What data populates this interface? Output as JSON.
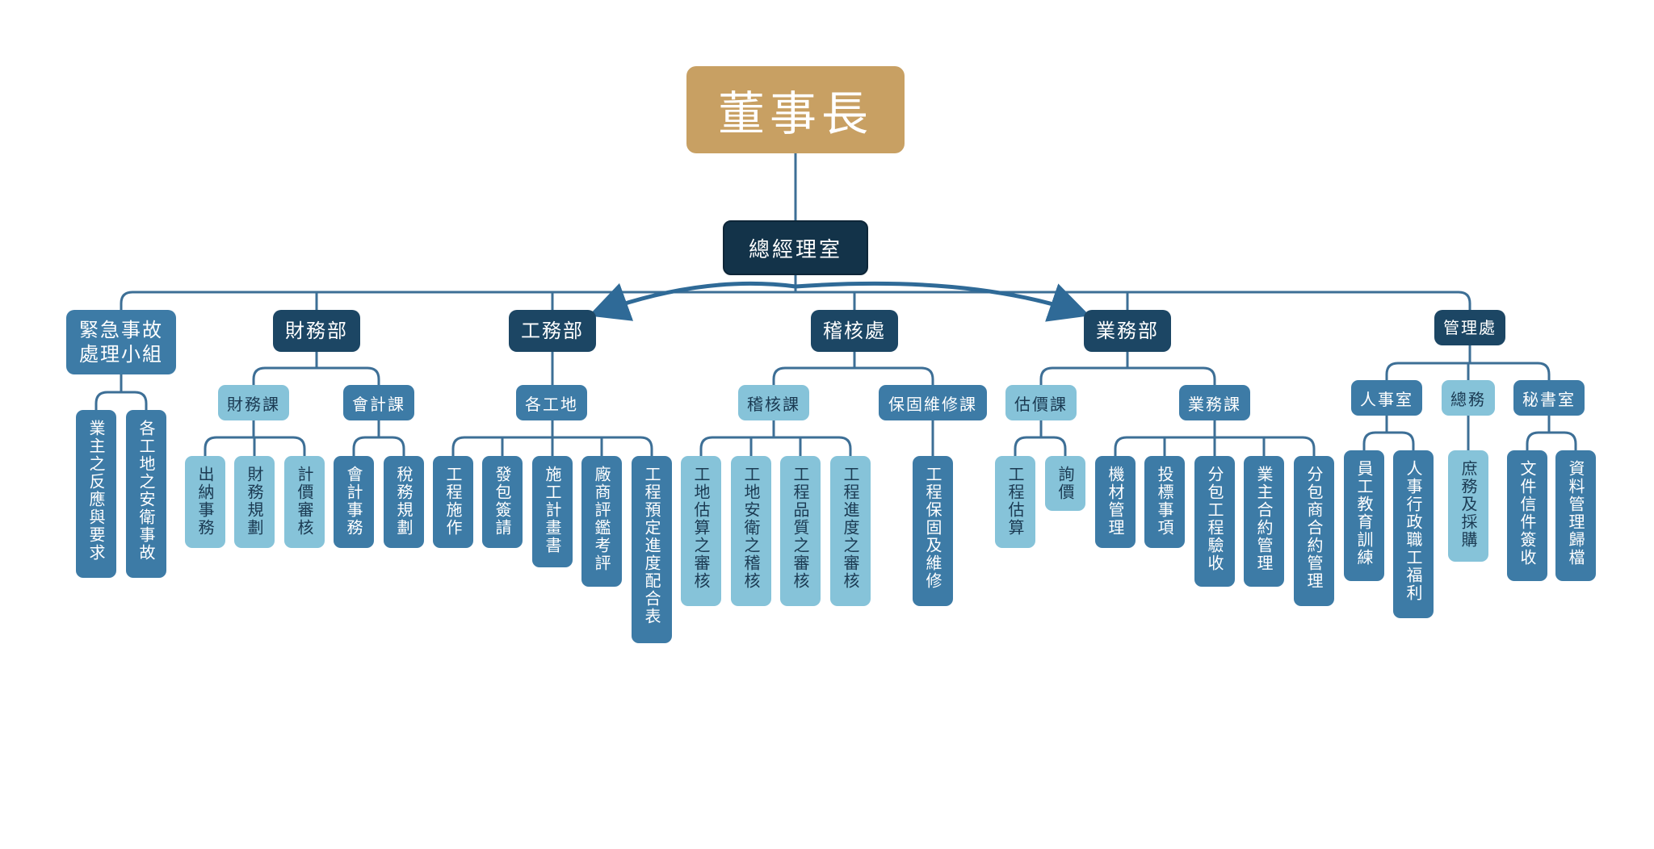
{
  "chairman": "董事長",
  "general_manager": "總經理室",
  "departments": {
    "emergency": "緊急事故處理小組",
    "finance": "財務部",
    "engineering": "工務部",
    "audit": "稽核處",
    "business": "業務部",
    "management": "管理處"
  },
  "sections": {
    "finance_section": "財務課",
    "accounting_section": "會計課",
    "sites": "各工地",
    "audit_section": "稽核課",
    "warranty_section": "保固維修課",
    "estimate_section": "估價課",
    "sales_section": "業務課",
    "hr_office": "人事室",
    "general_affairs": "總務",
    "secretary_office": "秘書室"
  },
  "leaves": {
    "emergency": [
      "業主之反應與要求",
      "各工地之安衛事故"
    ],
    "finance_section": [
      "出納事務",
      "財務規劃",
      "計價審核"
    ],
    "accounting_section": [
      "會計事務",
      "稅務規劃"
    ],
    "sites": [
      "工程施作",
      "發包簽請",
      "施工計畫書",
      "廠商評鑑考評",
      "工程預定進度配合表"
    ],
    "audit_section": [
      "工地估算之審核",
      "工地安衛之稽核",
      "工程品質之審核",
      "工程進度之審核"
    ],
    "warranty_section": [
      "工程保固及維修"
    ],
    "estimate_section": [
      "工程估算",
      "詢價"
    ],
    "sales_section": [
      "機材管理",
      "投標事項",
      "分包工程驗收",
      "業主合約管理",
      "分包商合約管理"
    ],
    "hr_office": [
      "員工教育訓練",
      "人事行政職工福利"
    ],
    "general_affairs": [
      "庶務及採購"
    ],
    "secretary_office": [
      "文件信件簽收",
      "資料管理歸檔"
    ]
  },
  "colors": {
    "chairman": "#c8a063",
    "general_manager": "#133349",
    "dark": "#1c4664",
    "mid": "#3d7ba6",
    "light": "#86c3d9",
    "connector": "#3d6f96"
  }
}
